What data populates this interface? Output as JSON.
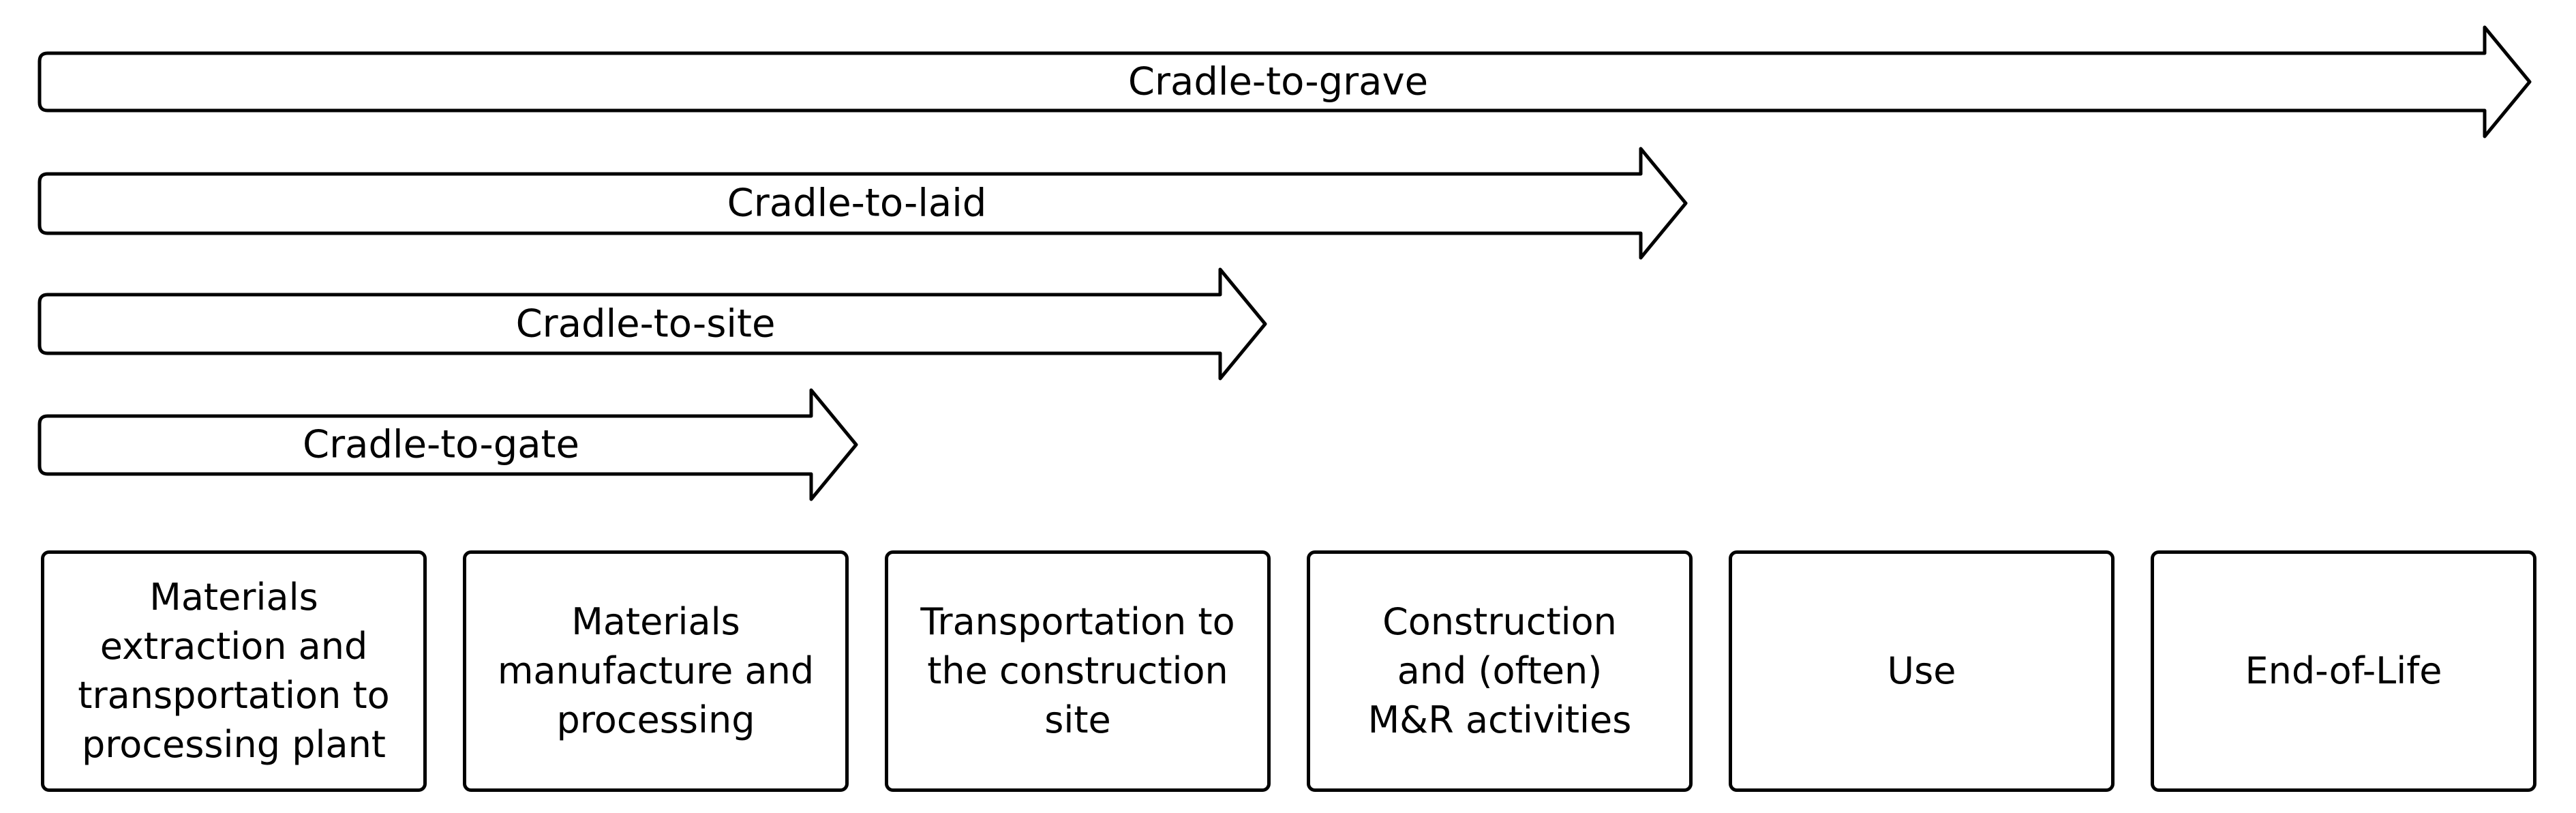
{
  "arrows": [
    {
      "label": "Cradle-to-grave"
    },
    {
      "label": "Cradle-to-laid"
    },
    {
      "label": "Cradle-to-site"
    },
    {
      "label": "Cradle-to-gate"
    }
  ],
  "stages": [
    {
      "label": "Materials\nextraction and\ntransportation to\nprocessing plant"
    },
    {
      "label": "Materials\nmanufacture and\nprocessing"
    },
    {
      "label": "Transportation to\nthe construction\nsite"
    },
    {
      "label": "Construction\nand (often)\nM&R activities"
    },
    {
      "label": "Use"
    },
    {
      "label": "End-of-Life"
    }
  ]
}
